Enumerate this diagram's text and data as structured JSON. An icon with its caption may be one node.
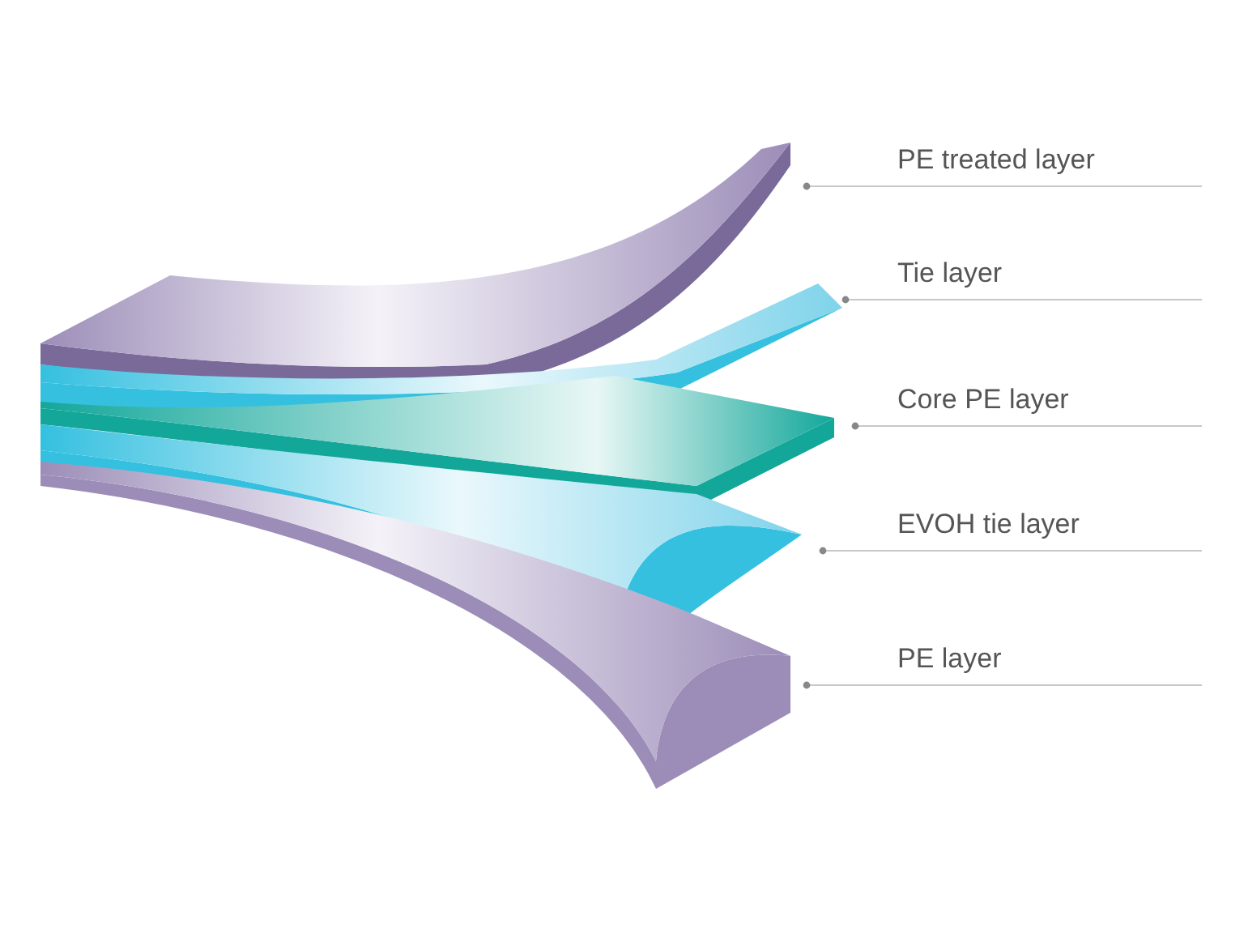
{
  "diagram": {
    "nodes": [
      {
        "text": [
          "PE treated layer"
        ]
      },
      {
        "text": [
          "Tie layer"
        ]
      },
      {
        "text": [
          "Core PE layer"
        ]
      },
      {
        "text": [
          "EVOH tie layer"
        ]
      },
      {
        "text": [
          "PE layer"
        ]
      }
    ],
    "edges": [
      {
        "from": 0,
        "to": null,
        "arrow": "other"
      },
      {
        "from": 1,
        "to": null,
        "arrow": "other"
      },
      {
        "from": 2,
        "to": null,
        "arrow": "other"
      },
      {
        "from": 3,
        "to": null,
        "arrow": "other"
      },
      {
        "from": 4,
        "to": null,
        "arrow": "other"
      }
    ]
  }
}
